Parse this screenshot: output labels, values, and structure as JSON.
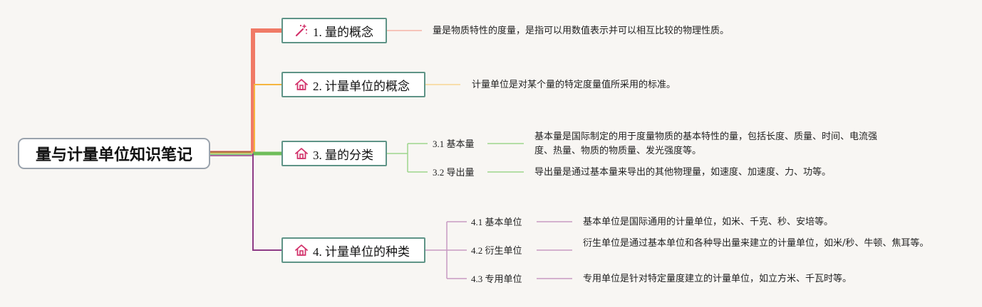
{
  "root": {
    "title": "量与计量单位知识笔记"
  },
  "topics": [
    {
      "label": "1. 量的概念",
      "icon": "magic-wand-icon",
      "color": "#f07a66",
      "note": "量是物质特性的度量，是指可以用数值表示并可以相互比较的物理性质。"
    },
    {
      "label": "2. 计量单位的概念",
      "icon": "home-icon",
      "color": "#f5b53f",
      "note": "计量单位是对某个量的特定度量值所采用的标准。"
    },
    {
      "label": "3. 量的分类",
      "icon": "home-icon",
      "color": "#6fbd5a",
      "children": [
        {
          "label": "3.1 基本量",
          "note": "基本量是国际制定的用于度量物质的基本特性的量，包括长度、质量、时间、电流强度、热量、物质的物质量、发光强度等。"
        },
        {
          "label": "3.2 导出量",
          "note": "导出量是通过基本量来导出的其他物理量，如速度、加速度、力、功等。"
        }
      ]
    },
    {
      "label": "4. 计量单位的种类",
      "icon": "home-icon",
      "color": "#8e3b86",
      "children": [
        {
          "label": "4.1 基本单位",
          "note": "基本单位是国际通用的计量单位，如米、千克、秒、安培等。"
        },
        {
          "label": "4.2 衍生单位",
          "note": "衍生单位是通过基本单位和各种导出量来建立的计量单位，如米/秒、牛顿、焦耳等。"
        },
        {
          "label": "4.3 专用单位",
          "note": "专用单位是针对特定量度建立的计量单位，如立方米、千瓦时等。"
        }
      ]
    }
  ],
  "colors": {
    "node_border": "#5f9487",
    "root_border": "#9aa3ad",
    "child_line_3": "#9dd58c",
    "child_line_4": "#c79ac2",
    "background": "#f8f6f3"
  }
}
